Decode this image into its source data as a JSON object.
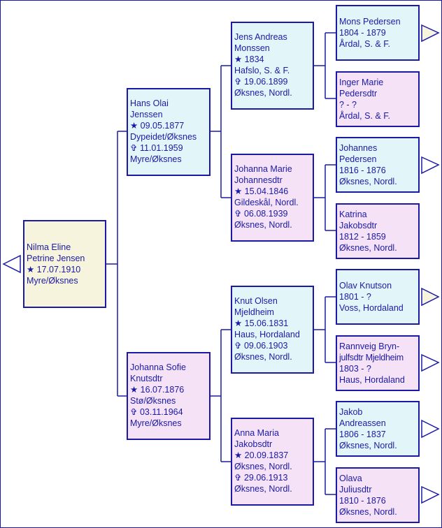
{
  "root": {
    "lines": [
      "Nilma Eline",
      "Petrine Jensen",
      "★ 17.07.1910",
      "Myre/Øksnes"
    ]
  },
  "parents": [
    {
      "lines": [
        "Hans Olai",
        "Jenssen",
        "★ 09.05.1877",
        "Dypeidet/Øksnes",
        "✞ 11.01.1959",
        "Myre/Øksnes"
      ]
    },
    {
      "lines": [
        "Johanna Sofie",
        "Knutsdtr",
        "★ 16.07.1876",
        "Stø/Øksnes",
        "✞ 03.11.1964",
        "Myre/Øksnes"
      ]
    }
  ],
  "grandparents": [
    {
      "lines": [
        "Jens Andreas",
        "Monssen",
        "★ 1834",
        "Hafslo, S. & F.",
        "✞ 19.06.1899",
        "Øksnes, Nordl."
      ]
    },
    {
      "lines": [
        "Johanna Marie",
        "Johannesdtr",
        "★ 15.04.1846",
        "Gildeskål, Nordl.",
        "✞ 06.08.1939",
        "Øksnes, Nordl."
      ]
    },
    {
      "lines": [
        "Knut Olsen",
        "Mjeldheim",
        "★ 15.06.1831",
        "Haus, Hordaland",
        "✞ 09.06.1903",
        "Øksnes, Nordl."
      ]
    },
    {
      "lines": [
        "Anna Maria",
        "Jakobsdtr",
        "★ 20.09.1837",
        "Øksnes, Nordl.",
        "✞ 29.06.1913",
        "Øksnes, Nordl."
      ]
    }
  ],
  "great_grandparents": [
    {
      "lines": [
        "Mons Pedersen",
        "1804 - 1879",
        "Årdal, S. & F."
      ]
    },
    {
      "lines": [
        "Inger Marie",
        "Pedersdtr",
        "? - ?",
        "Årdal, S. & F."
      ]
    },
    {
      "lines": [
        "Johannes",
        "Pedersen",
        "1816 - 1876",
        "Øksnes, Nordl."
      ]
    },
    {
      "lines": [
        "Katrina",
        "Jakobsdtr",
        "1812 - 1859",
        "Øksnes, Nordl."
      ]
    },
    {
      "lines": [
        "Olav Knutson",
        "1801 - ?",
        "Voss, Hordaland"
      ]
    },
    {
      "lines": [
        "Rannveig Bryn-",
        "julfsdtr Mjeldheim",
        "1803 - ?",
        "Haus, Hordaland"
      ]
    },
    {
      "lines": [
        "Jakob",
        "Andreassen",
        "1806 - 1837",
        "Øksnes, Nordl."
      ]
    },
    {
      "lines": [
        "Olava",
        "Juliusdtr",
        "1810 - 1876",
        "Øksnes, Nordl."
      ]
    }
  ],
  "colors": {
    "border": "#1a1aa6",
    "male": "#e2f6fa",
    "female": "#f6e2f6",
    "root": "#f6f4dc"
  }
}
